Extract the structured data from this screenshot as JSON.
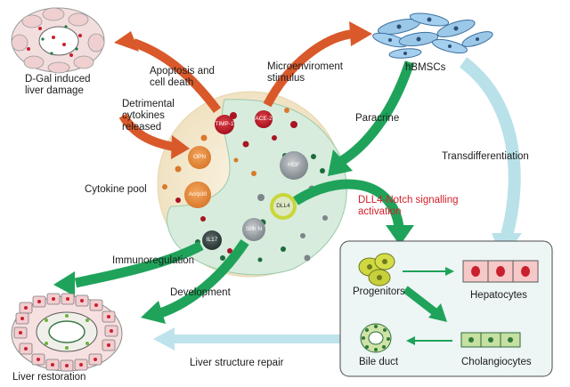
{
  "labels": {
    "dgal": "D-Gal induced\nliver damage",
    "apoptosis": "Apoptosis and\ncell death",
    "microenv": "Microenviroment\nstimulus",
    "hbmscs": "hBMSCs",
    "detrimental": "Detrimental\ncytokines\nreleased",
    "paracrine": "Paracrine",
    "transdiff": "Transdifferentiation",
    "cytokine_pool": "Cytokine pool",
    "dll4_notch": "DLL4-Notch signalling\nactivation",
    "immunoreg": "Immunoregulation",
    "development": "Development",
    "progenitors": "Progenitors",
    "hepatocytes": "Hepatocytes",
    "bile_duct": "Bile duct",
    "cholangiocytes": "Cholangiocytes",
    "liver_repair": "Liver structure repair",
    "liver_restoration": "Liver restoration"
  },
  "cytokines": {
    "timp1": "TIMP-1",
    "ace2": "ACE-2",
    "opn": "OPN",
    "acrp30": "Acrp30",
    "hgf": "HGF",
    "dll4": "DLL4",
    "shhn": "Shh N",
    "il17": "IL17"
  },
  "colors": {
    "red_arrow": "#d9592b",
    "green_arrow": "#1fa35a",
    "blue_arrow": "#b9e1ea",
    "outer_circle": "#f6ecd5",
    "inner_circle": "#d6ecde",
    "dll4_text": "#d6202b"
  }
}
